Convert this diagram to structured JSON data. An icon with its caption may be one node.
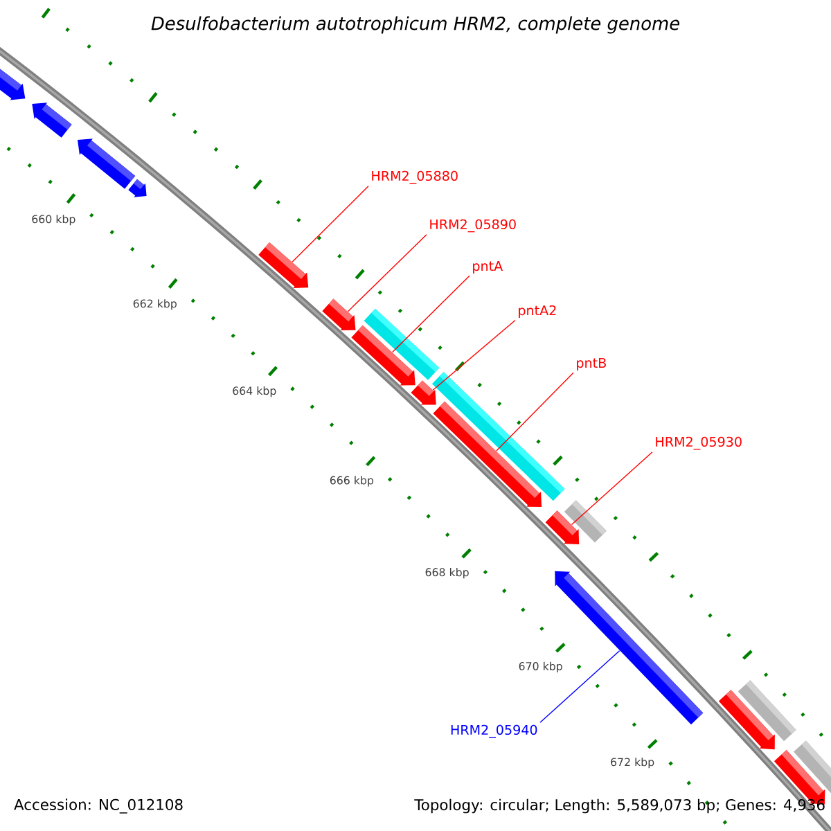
{
  "diagram": {
    "title": "Desulfobacterium autotrophicum HRM2, complete genome",
    "nodes": [
      {
        "text": [
          "HRM2_05880"
        ]
      },
      {
        "text": [
          "HRM2_05890"
        ]
      },
      {
        "text": [
          "pntA"
        ]
      },
      {
        "text": [
          "pntA2"
        ]
      },
      {
        "text": [
          "pntB"
        ]
      },
      {
        "text": [
          "HRM2_05930"
        ]
      },
      {
        "text": [
          "HRM2_05940"
        ]
      },
      {
        "text": [],
        "shape": "arrow"
      },
      {
        "text": [],
        "shape": "arrow"
      },
      {
        "text": [],
        "shape": "arrow"
      },
      {
        "text": [],
        "shape": "arrow"
      },
      {
        "text": [],
        "shape": "arrow"
      },
      {
        "text": [],
        "shape": "arrow"
      },
      {
        "text": [],
        "shape": "arrow"
      },
      {
        "text": [],
        "shape": "bar"
      },
      {
        "text": [],
        "shape": "arrow"
      },
      {
        "text": [],
        "shape": "arrow"
      },
      {
        "text": [],
        "shape": "bar"
      },
      {
        "text": [],
        "shape": "arrow"
      },
      {
        "text": [],
        "shape": "bar"
      },
      {
        "text": [],
        "shape": "arrow"
      },
      {
        "text": [],
        "shape": "arrow"
      },
      {
        "text": [],
        "shape": "bar"
      },
      {
        "text": [],
        "shape": "arrow"
      },
      {
        "text": [],
        "shape": "bar"
      }
    ],
    "edges": [
      {
        "from": 0,
        "to": 11,
        "arrow": "none"
      },
      {
        "from": 1,
        "to": 12,
        "arrow": "none"
      },
      {
        "from": 2,
        "to": 13,
        "arrow": "none"
      },
      {
        "from": 3,
        "to": 15,
        "arrow": "none"
      },
      {
        "from": 4,
        "to": 16,
        "arrow": "none"
      },
      {
        "from": 5,
        "to": 18,
        "arrow": "none"
      },
      {
        "from": 6,
        "to": 20,
        "arrow": "none",
        "color": "#0000ff"
      }
    ],
    "labels": [
      "660 kbp",
      "662 kbp",
      "664 kbp",
      "666 kbp",
      "668 kbp",
      "670 kbp",
      "672 kbp",
      "Accession: NC_012108",
      "Topology: circular; Length: 5,589,073 bp; Genes: 4,936"
    ]
  }
}
